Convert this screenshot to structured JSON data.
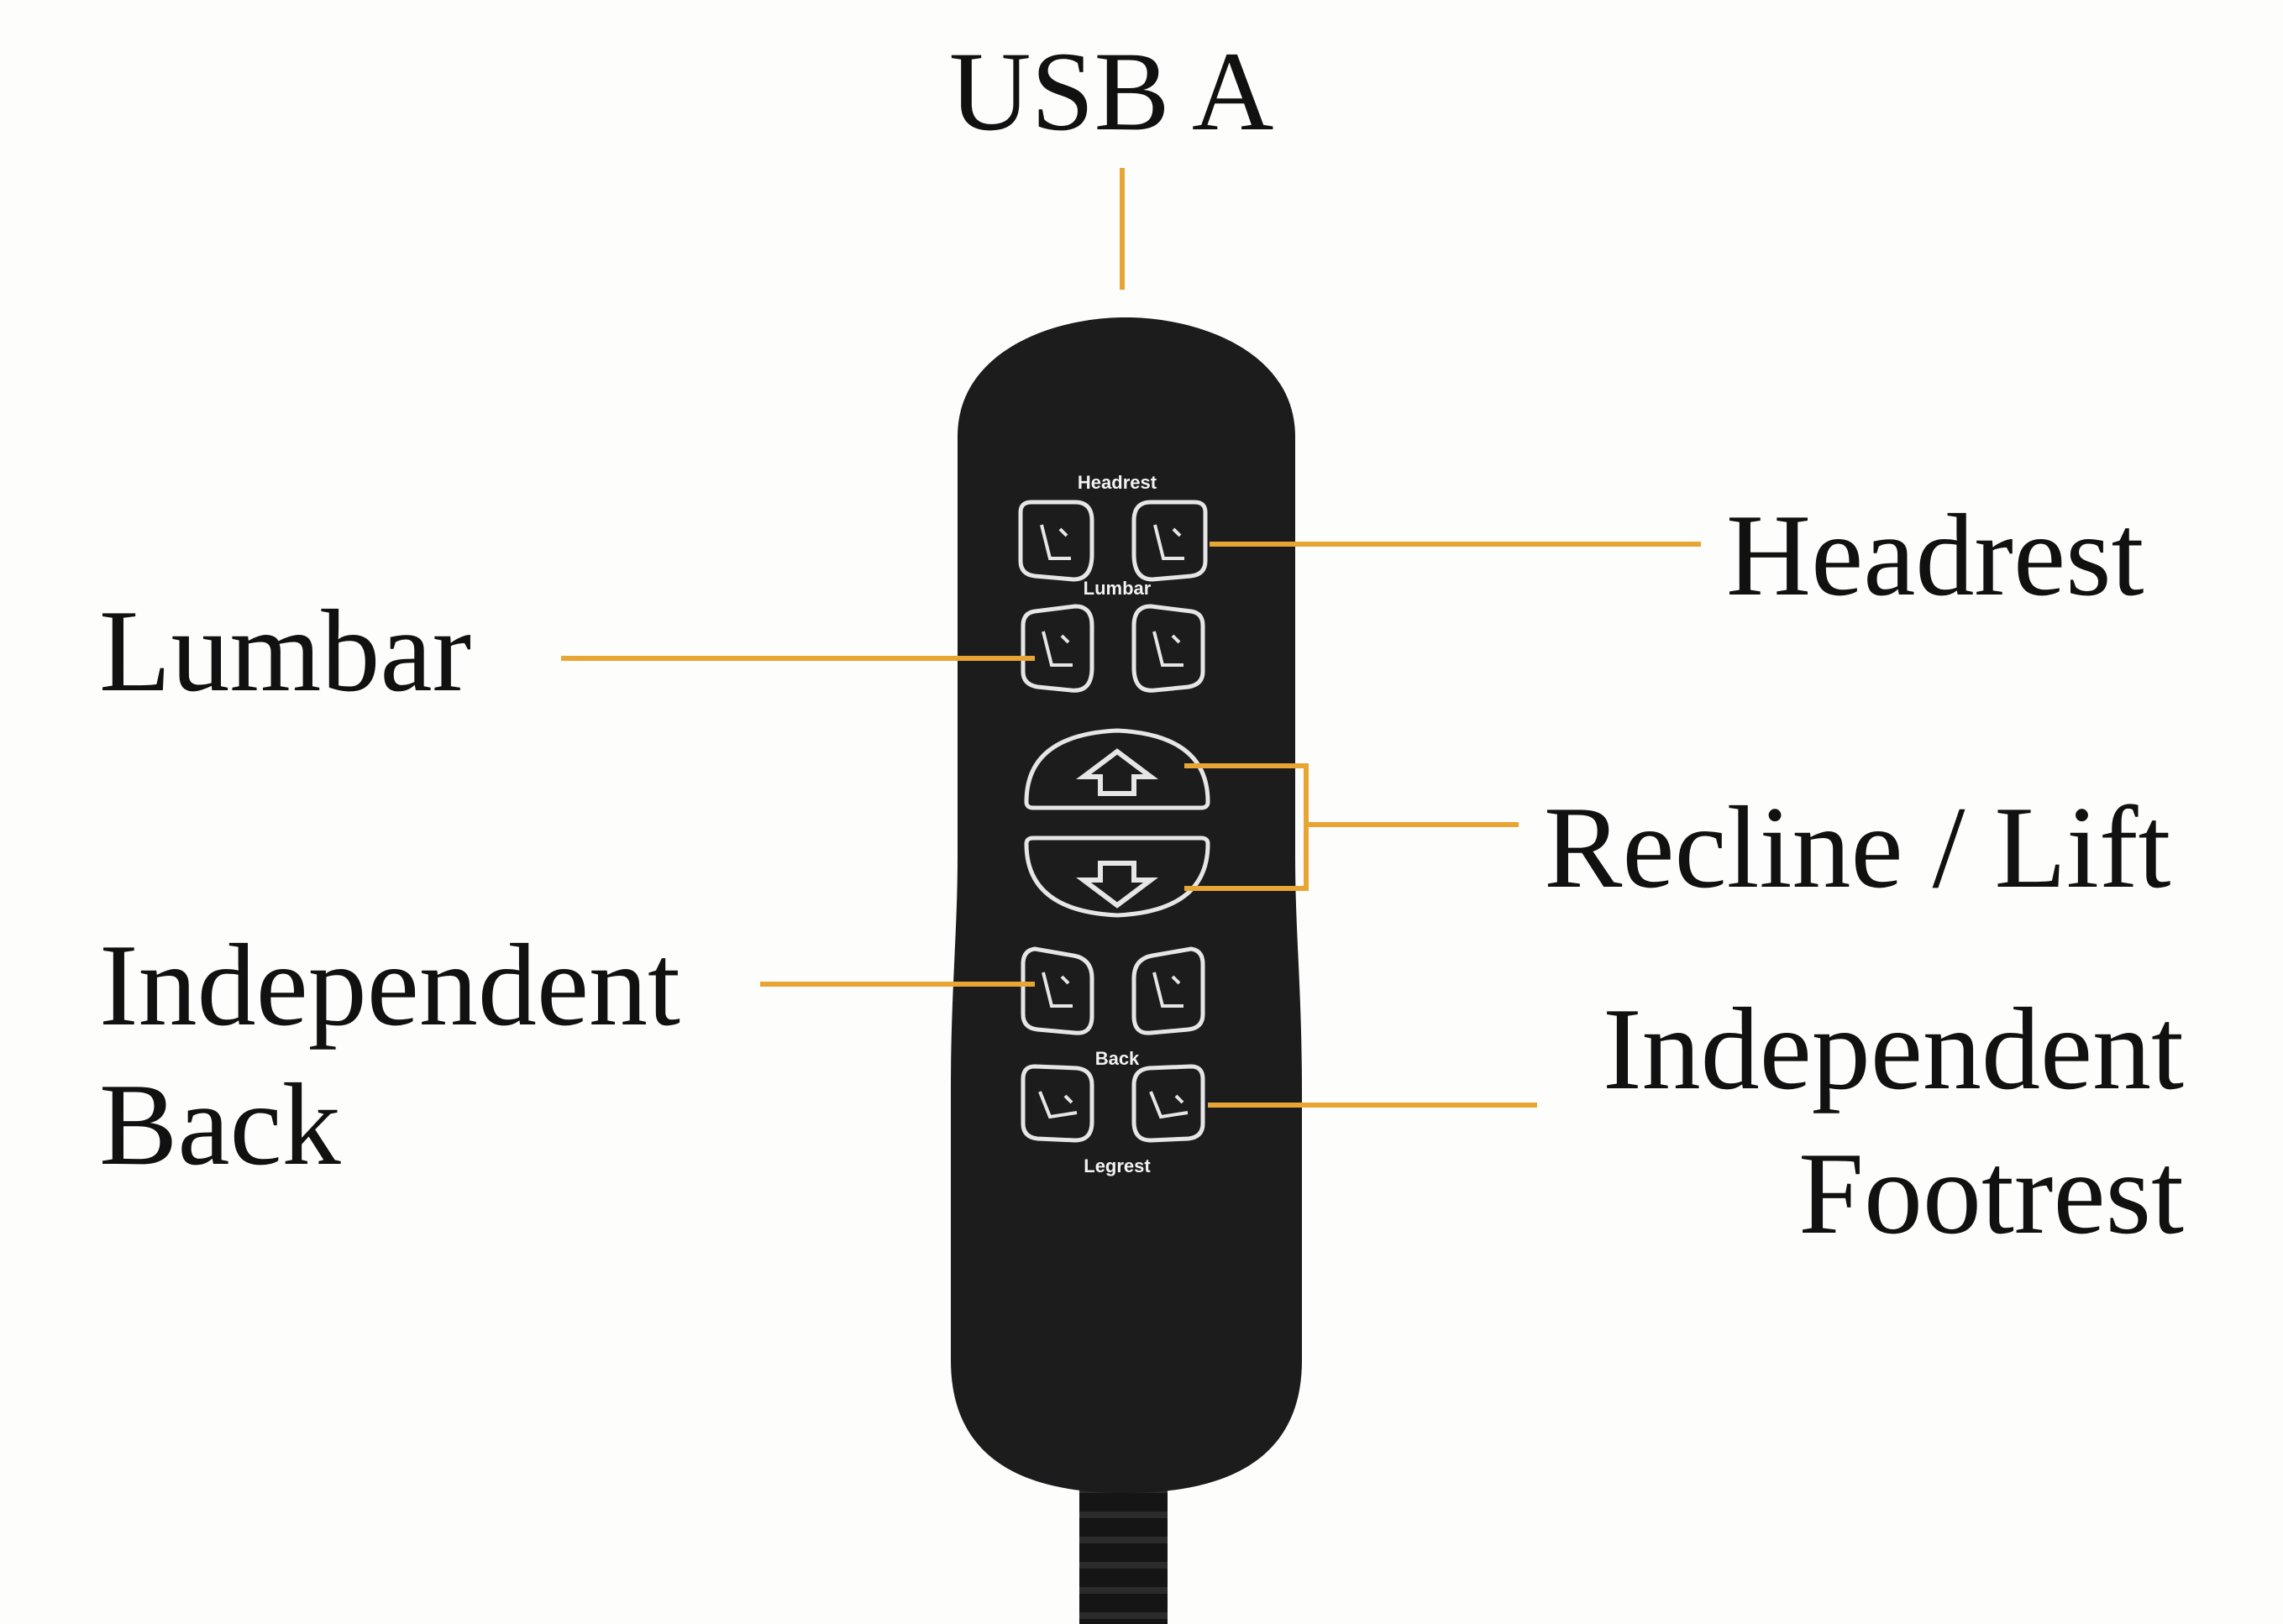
{
  "labels": {
    "usb": "USB A",
    "headrest": "Headrest",
    "lumbar": "Lumbar",
    "recline_lift": "Recline / Lift",
    "independent_back_line1": "Independent",
    "independent_back_line2": "Back",
    "independent_footrest_line1": "Independent",
    "independent_footrest_line2": "Footrest"
  },
  "remote": {
    "headrest_text": "Headrest",
    "lumbar_text": "Lumbar",
    "back_text": "Back",
    "legrest_text": "Legrest"
  },
  "colors": {
    "leader": "#e8a533",
    "remote_body": "#1c1c1c",
    "button_outline": "#e6e6e6",
    "background": "#fdfdfb"
  },
  "icons": {
    "up": "up-arrow-icon",
    "down": "down-arrow-icon",
    "chair": "chair-icon"
  }
}
